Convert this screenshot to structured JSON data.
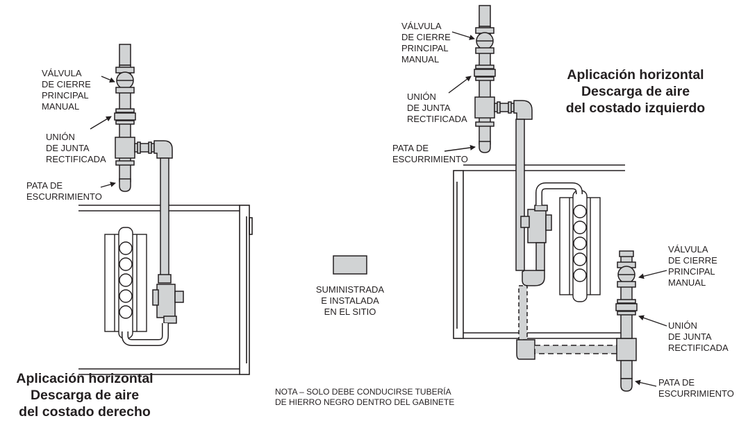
{
  "colors": {
    "pipe_fill": "#d1d3d4",
    "stroke": "#231f20",
    "background": "#ffffff"
  },
  "left_view": {
    "title": [
      "Aplicación horizontal",
      "Descarga de aire",
      "del costado derecho"
    ],
    "valve_label": [
      "VÁLVULA",
      "DE CIERRE",
      "PRINCIPAL",
      "MANUAL"
    ],
    "union_label": [
      "UNIÓN",
      "DE JUNTA",
      "RECTIFICADA"
    ],
    "drip_label": [
      "PATA DE",
      "ESCURRIMIENTO"
    ]
  },
  "right_view": {
    "title": [
      "Aplicación horizontal",
      "Descarga de aire",
      "del costado izquierdo"
    ],
    "top_valve_label": [
      "VÁLVULA",
      "DE CIERRE",
      "PRINCIPAL",
      "MANUAL"
    ],
    "top_union_label": [
      "UNIÓN",
      "DE JUNTA",
      "RECTIFICADA"
    ],
    "top_drip_label": [
      "PATA DE",
      "ESCURRIMIENTO"
    ],
    "bottom_valve_label": [
      "VÁLVULA",
      "DE CIERRE",
      "PRINCIPAL",
      "MANUAL"
    ],
    "bottom_union_label": [
      "UNIÓN",
      "DE JUNTA",
      "RECTIFICADA"
    ],
    "bottom_drip_label": [
      "PATA DE",
      "ESCURRIMIENTO"
    ]
  },
  "legend": {
    "text": [
      "SUMINISTRADA",
      "E INSTALADA",
      "EN EL SITIO"
    ]
  },
  "note": [
    "NOTA – SOLO DEBE CONDUCIRSE TUBERÍA",
    "DE HIERRO NEGRO DENTRO DEL GABINETE"
  ]
}
